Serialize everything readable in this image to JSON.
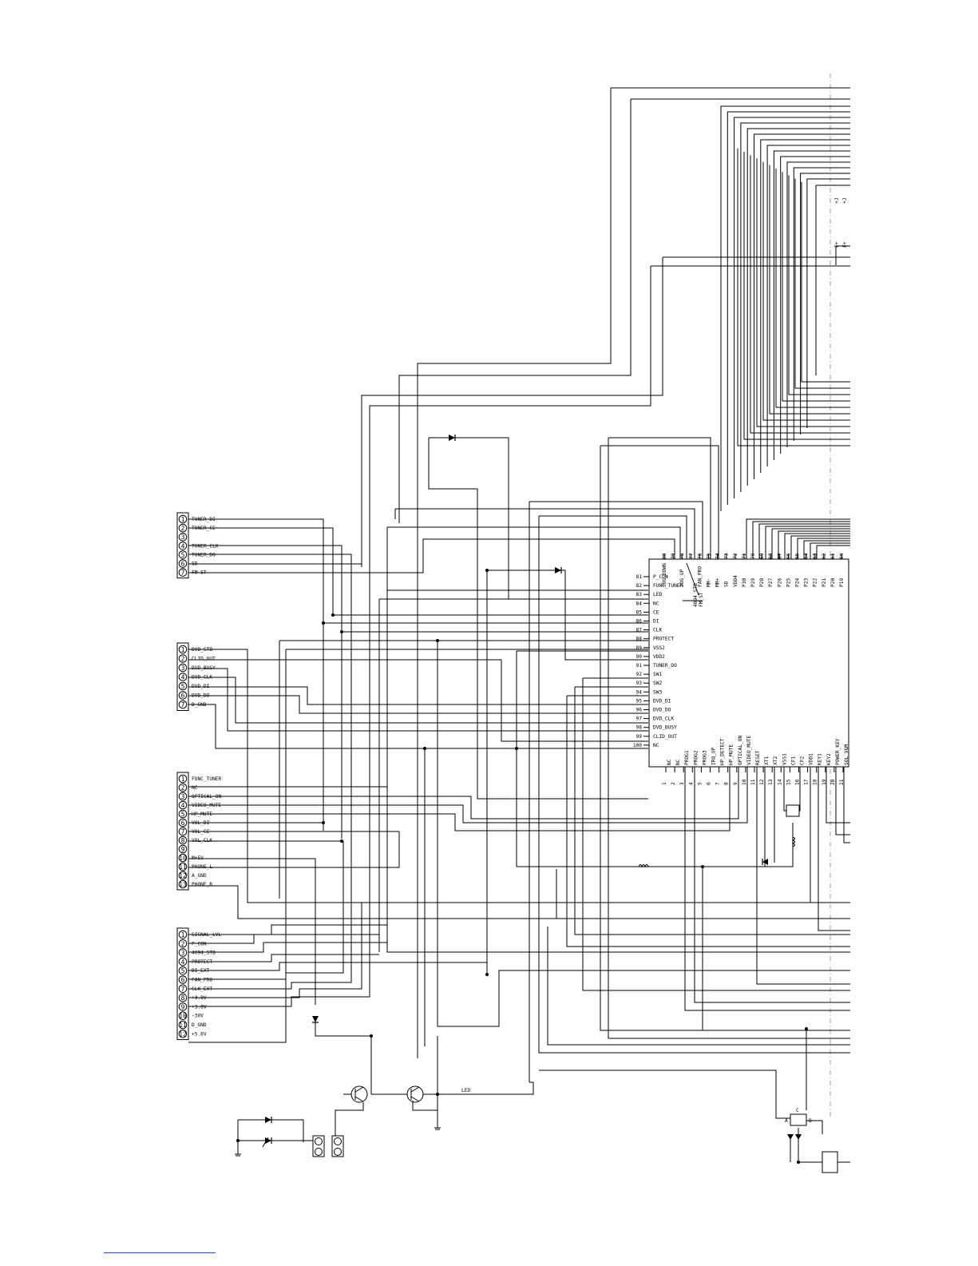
{
  "connectors": [
    {
      "id": "cn-tuner",
      "pins": [
        "TUNER_DI",
        "TUNER_CE",
        "",
        "TUNER_CLK",
        "TUNER_DO",
        "SD",
        "FM ST"
      ]
    },
    {
      "id": "cn-dvd",
      "pins": [
        "DVD_STB",
        "CLID_OUT",
        "DVD_BUSY",
        "DVD_CLK",
        "DVD_DI",
        "DVD_DO",
        "D_GND"
      ]
    },
    {
      "id": "cn-func",
      "pins": [
        "FUNC_TUNER",
        "NC",
        "OPTICAL_ON",
        "VIDEO_MUTE",
        "HP_MUTE",
        "VOL_DI",
        "VOL_CE",
        "VOL_CLK",
        "",
        "M+5V",
        "PHONE_L",
        "A_GND",
        "PHONE_R"
      ]
    },
    {
      "id": "cn-power",
      "pins": [
        "SIGNAL_LVL",
        "P_CON",
        "4094_STB",
        "PROTECT",
        "DI_EXT",
        "FAN_PRO",
        "CLK_EXT",
        "+3.8V",
        "+3.8V",
        "-30V",
        "D_GND",
        "+5.6V"
      ]
    }
  ],
  "ic": {
    "left_pins": [
      {
        "n": "81",
        "l": "P_CON"
      },
      {
        "n": "82",
        "l": "FUNC_TUNER"
      },
      {
        "n": "83",
        "l": "LED"
      },
      {
        "n": "84",
        "l": "NC"
      },
      {
        "n": "85",
        "l": "CE"
      },
      {
        "n": "86",
        "l": "DI"
      },
      {
        "n": "87",
        "l": "CLK"
      },
      {
        "n": "88",
        "l": "PROTECT"
      },
      {
        "n": "89",
        "l": "VSS2"
      },
      {
        "n": "90",
        "l": "VDD2"
      },
      {
        "n": "91",
        "l": "TUNER_DO"
      },
      {
        "n": "92",
        "l": "SW1"
      },
      {
        "n": "93",
        "l": "SW2"
      },
      {
        "n": "94",
        "l": "SW3"
      },
      {
        "n": "95",
        "l": "DVD_DI"
      },
      {
        "n": "96",
        "l": "DVD_DO"
      },
      {
        "n": "97",
        "l": "DVD_CLK"
      },
      {
        "n": "98",
        "l": "DVD_BUSY"
      },
      {
        "n": "99",
        "l": "CLID_OUT"
      },
      {
        "n": "100",
        "l": "NC"
      }
    ],
    "top_pins": [
      {
        "n": "80",
        "l": "JOG_DOWN"
      },
      {
        "n": "79",
        "l": ""
      },
      {
        "n": "78",
        "l": "JOG_UP"
      },
      {
        "n": "77",
        "l": ""
      },
      {
        "n": "76",
        "l": "FAN_PRO"
      },
      {
        "n": "75",
        "l": "MM-"
      },
      {
        "n": "74",
        "l": "MM+"
      },
      {
        "n": "73",
        "l": "SD"
      },
      {
        "n": "72",
        "l": "VDD4"
      },
      {
        "n": "71",
        "l": "P30"
      },
      {
        "n": "70",
        "l": "P29"
      },
      {
        "n": "69",
        "l": "P28"
      },
      {
        "n": "68",
        "l": "P27"
      },
      {
        "n": "67",
        "l": "P26"
      },
      {
        "n": "66",
        "l": "P25"
      },
      {
        "n": "65",
        "l": "P24"
      },
      {
        "n": "64",
        "l": "P23"
      },
      {
        "n": "63",
        "l": "P22"
      },
      {
        "n": "62",
        "l": "P21"
      },
      {
        "n": "61",
        "l": "P20"
      },
      {
        "n": "60",
        "l": "P19"
      }
    ],
    "bottom_pins": [
      {
        "n": "1",
        "l": "NC"
      },
      {
        "n": "2",
        "l": "NC"
      },
      {
        "n": "3",
        "l": "PROG1"
      },
      {
        "n": "4",
        "l": "PROG2"
      },
      {
        "n": "5",
        "l": "PROG3"
      },
      {
        "n": "6",
        "l": "IRQ_UP"
      },
      {
        "n": "7",
        "l": "HP_DETECT"
      },
      {
        "n": "8",
        "l": "HP_MUTE"
      },
      {
        "n": "9",
        "l": "OPTICAL_ON"
      },
      {
        "n": "10",
        "l": "VIDEO_MUTE"
      },
      {
        "n": "11",
        "l": "RESET"
      },
      {
        "n": "12",
        "l": "XT1"
      },
      {
        "n": "13",
        "l": "XT2"
      },
      {
        "n": "14",
        "l": "VSS1"
      },
      {
        "n": "15",
        "l": "CF1"
      },
      {
        "n": "16",
        "l": "CF2"
      },
      {
        "n": "17",
        "l": "VDD1"
      },
      {
        "n": "18",
        "l": "KEY1"
      },
      {
        "n": "19",
        "l": "KEY2"
      },
      {
        "n": "20",
        "l": "POWER_KEY"
      },
      {
        "n": "21",
        "l": "SOL_VGM"
      }
    ],
    "inner_labels": [
      "4094_STB",
      "FM_ST"
    ]
  },
  "net_labels": {
    "led": "LED"
  },
  "grid": {
    "f_top": "F+",
    "f_bot": "F+",
    "pin_top": "+J"
  }
}
